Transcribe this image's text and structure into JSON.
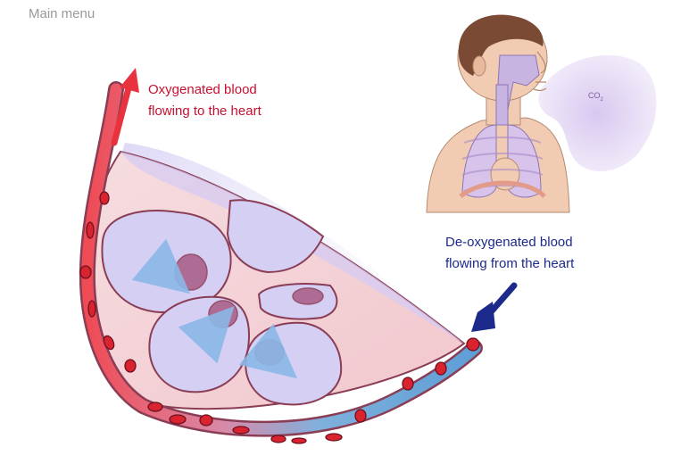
{
  "nav": {
    "main_menu": "Main menu"
  },
  "labels": {
    "oxygenated_line1": "Oxygenated blood",
    "oxygenated_line2": "flowing to the heart",
    "deoxygenated_line1": "De-oxygenated blood",
    "deoxygenated_line2": "flowing from the heart",
    "co2_main": "CO",
    "co2_sub": "2"
  },
  "colors": {
    "oxygenated": "#c8102e",
    "deoxygenated": "#1c2a8c",
    "alveolus_fill": "#ddd6f5",
    "tissue": "#f4d9dc",
    "red_cell": "#d9242f",
    "co2_cloud": "#e6dcf4"
  }
}
